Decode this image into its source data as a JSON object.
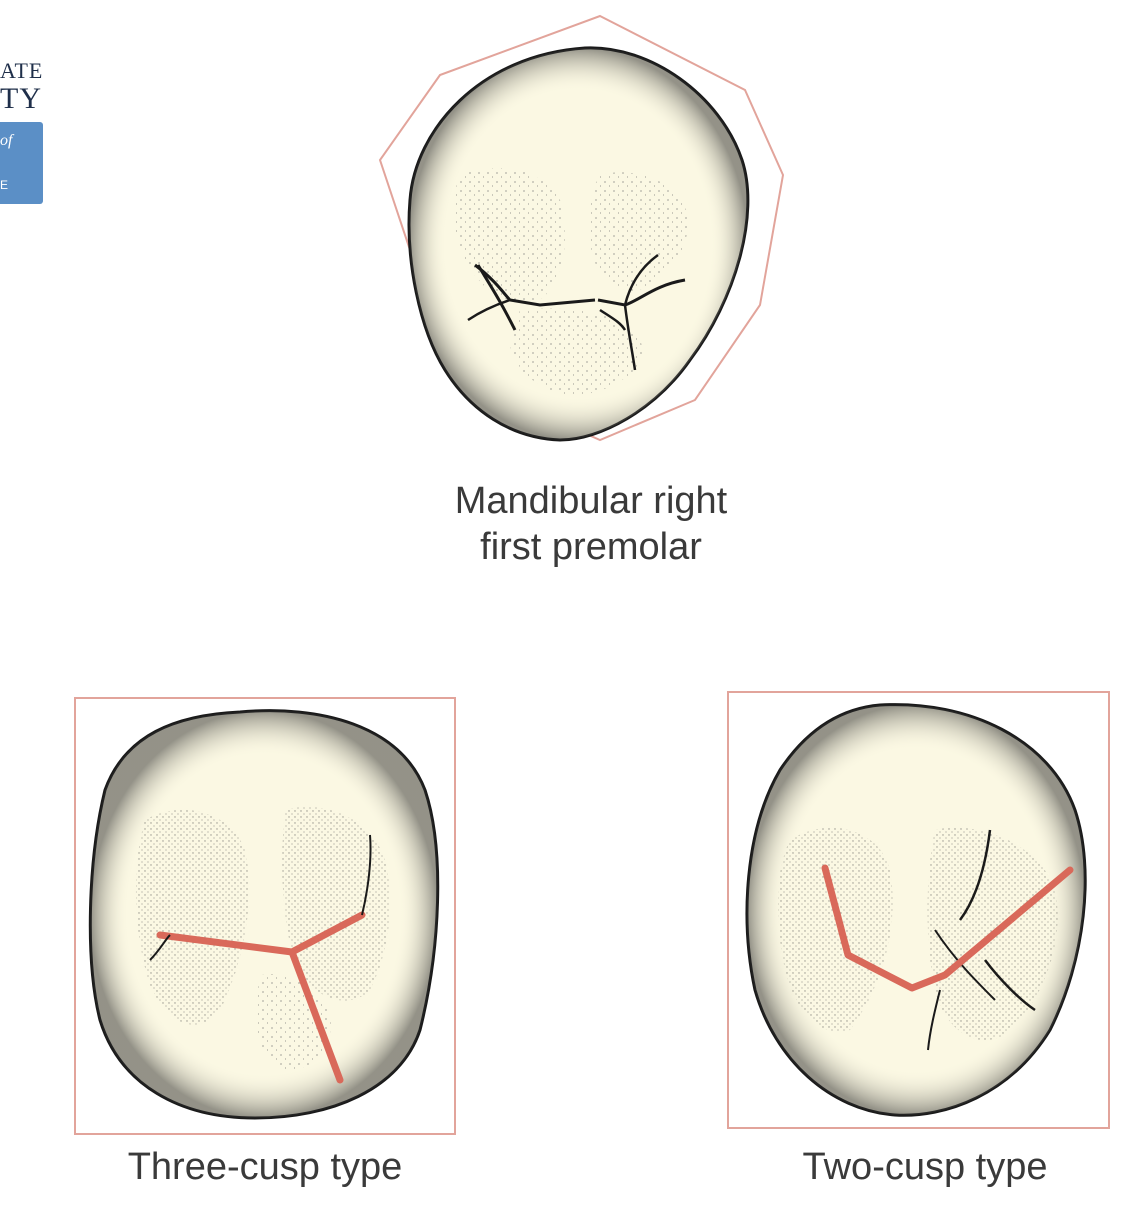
{
  "logo": {
    "line1": "ATE",
    "line2": "TY",
    "line3": "of",
    "line4": "E"
  },
  "figures": {
    "top_caption_line1": "Mandibular right",
    "top_caption_line2": "first premolar",
    "left_caption": "Three-cusp type",
    "right_caption": "Two-cusp type"
  },
  "colors": {
    "outline": "#e2a49b",
    "groove_highlight": "#d9695a",
    "tooth_fill": "#fbf8e3",
    "ink": "#1a1a1a"
  }
}
